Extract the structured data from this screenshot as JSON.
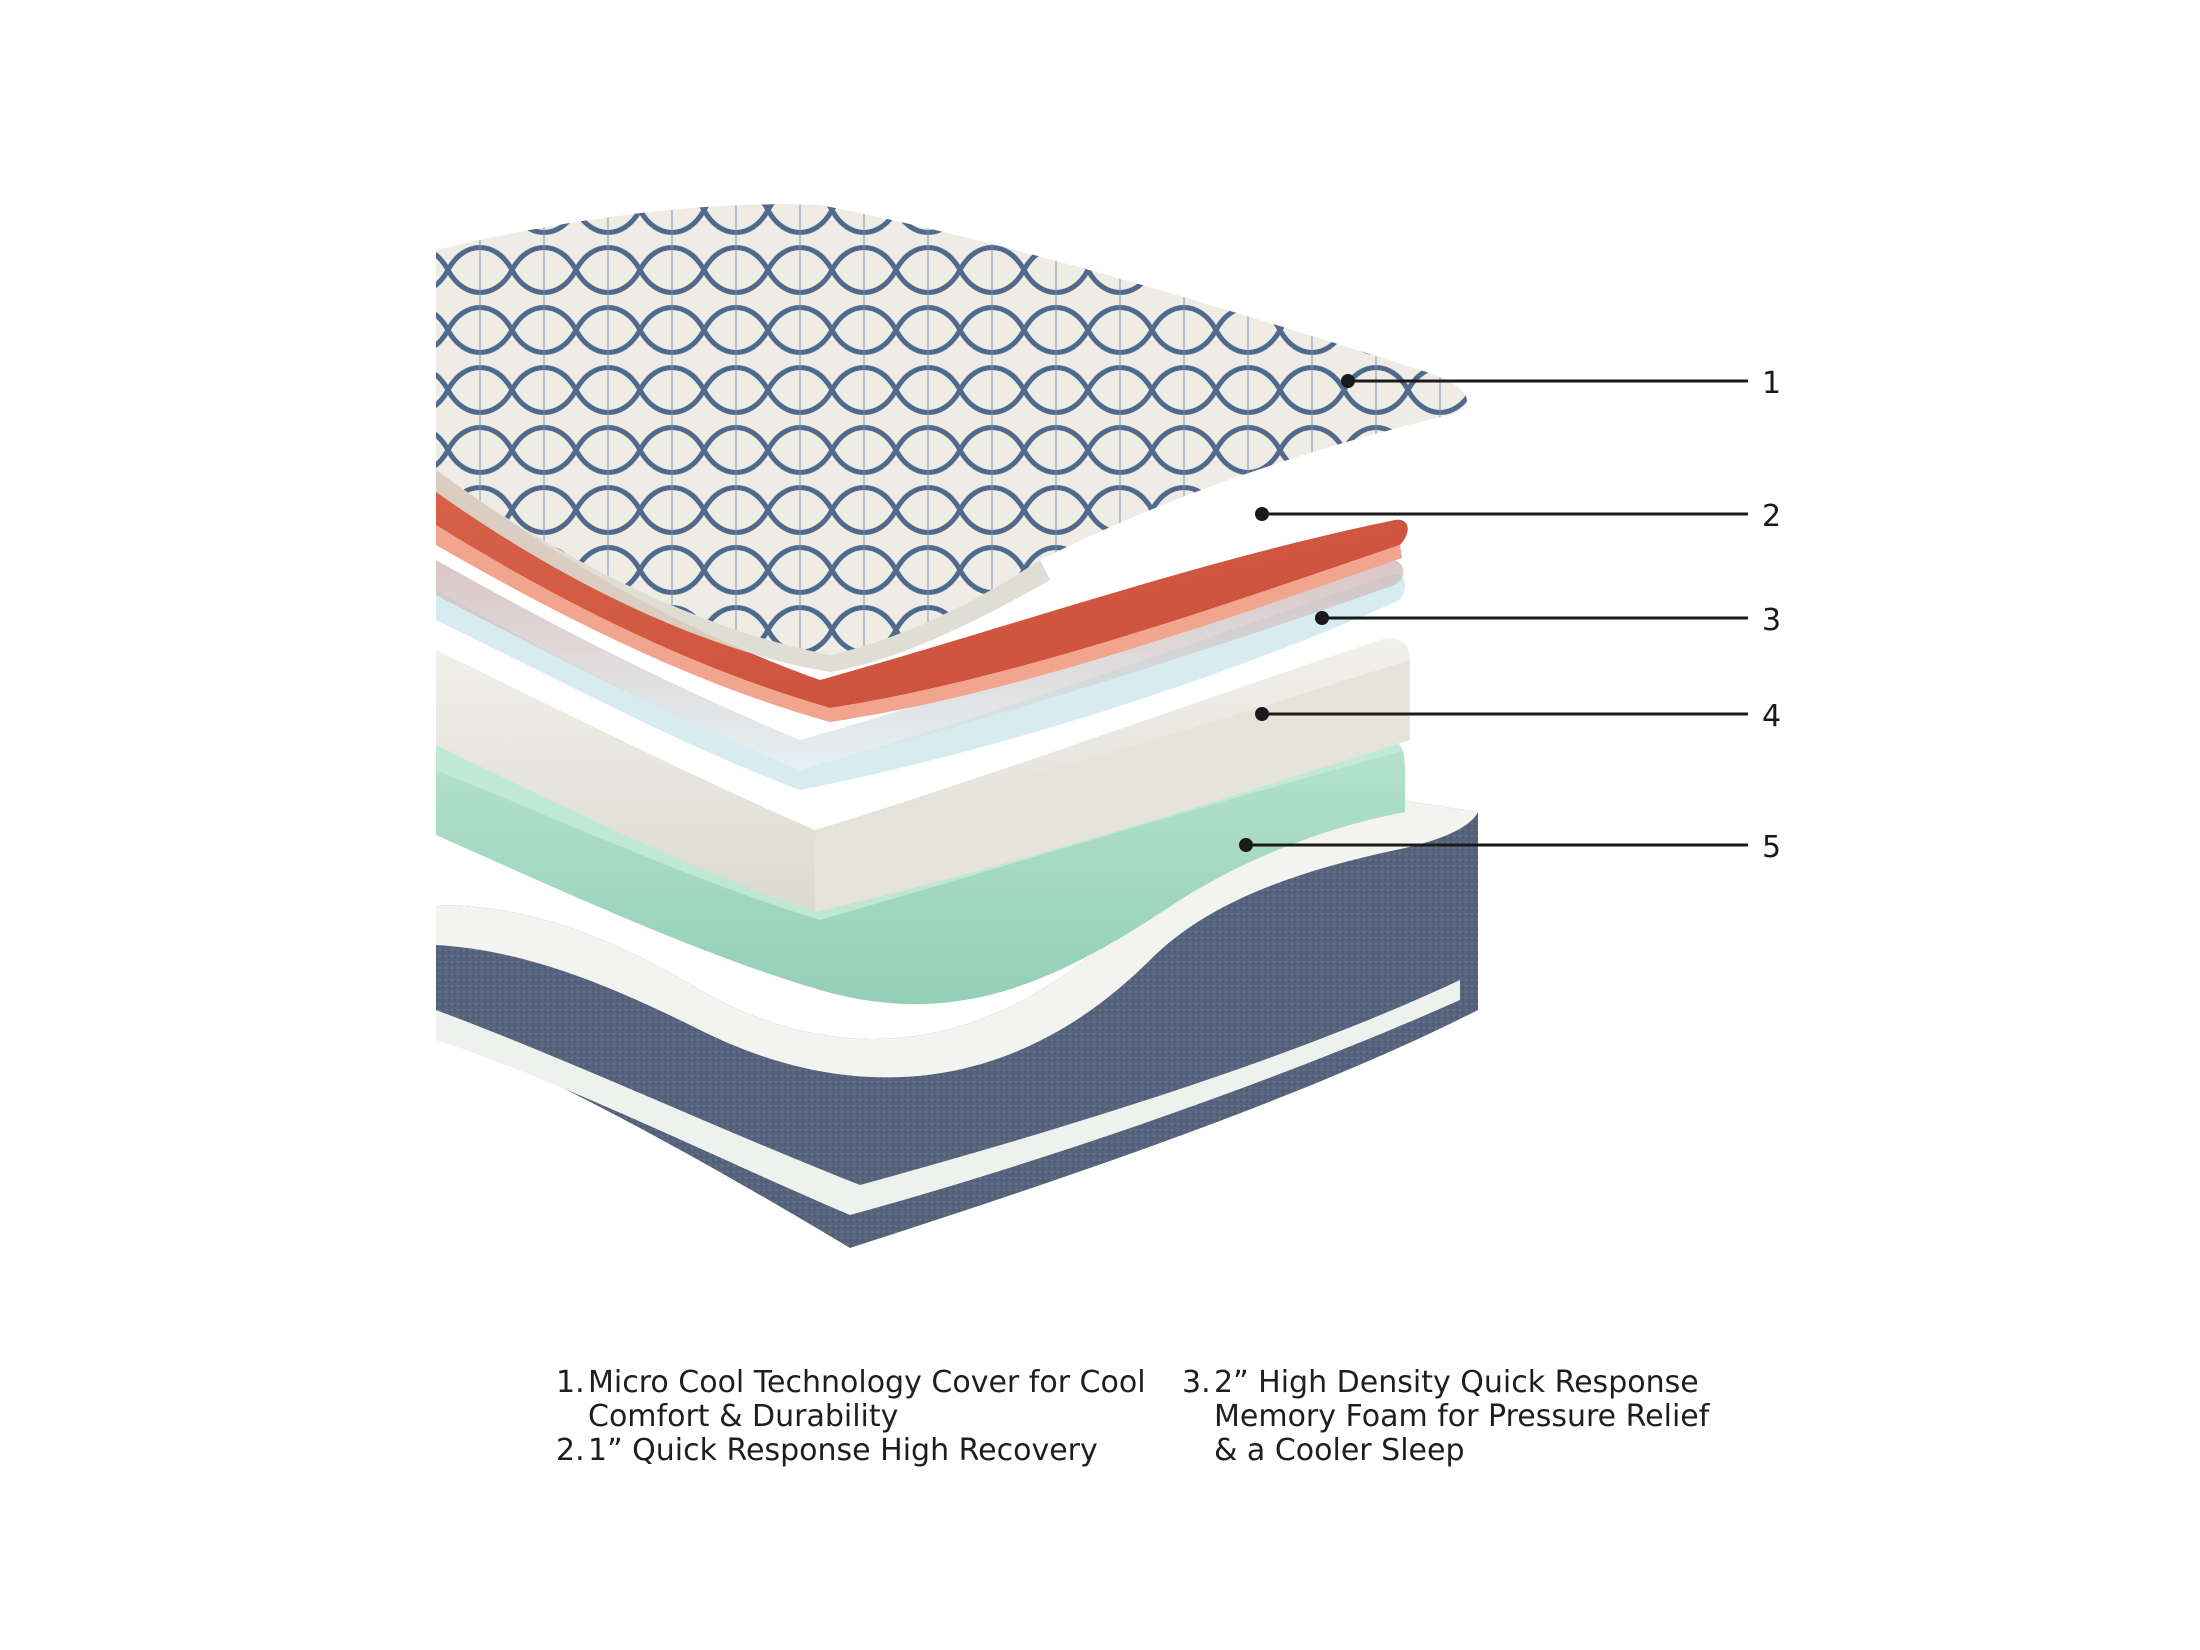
{
  "callouts": [
    {
      "number": "1",
      "layer": "cover",
      "color": "#e9e6dc"
    },
    {
      "number": "2",
      "layer": "coral-foam",
      "color": "#d85c44"
    },
    {
      "number": "3",
      "layer": "gel-foam",
      "color": "#d3e9ee"
    },
    {
      "number": "4",
      "layer": "white-foam",
      "color": "#ecebe2"
    },
    {
      "number": "5",
      "layer": "green-foam",
      "color": "#a9dbc5"
    }
  ],
  "legend": {
    "left": [
      {
        "number": "1.",
        "text": "Micro Cool Technology Cover for Cool Comfort & Durability"
      },
      {
        "number": "2.",
        "text": "1” Quick Response High Recovery"
      }
    ],
    "right": [
      {
        "number": "3.",
        "text": "2” High Density Quick Response Memory Foam for Pressure Relief & a Cooler Sleep"
      }
    ]
  },
  "colors": {
    "base_fabric": "#52607a",
    "cover_pattern": "#4f6b8f",
    "leader_line": "#1a1a1a"
  }
}
